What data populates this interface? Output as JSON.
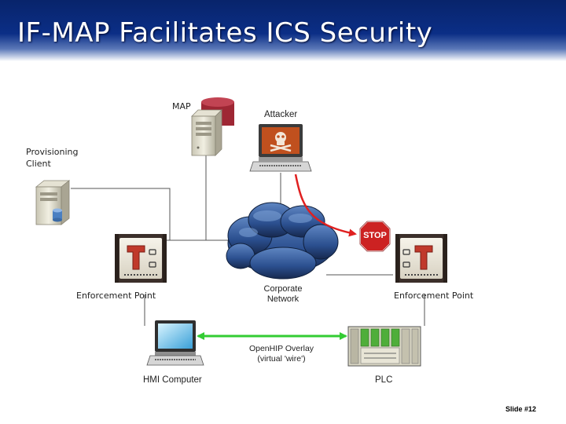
{
  "title": "IF-MAP Facilitates ICS Security",
  "labels": {
    "map": "MAP",
    "attacker": "Attacker",
    "provisioning_client_line1": "Provisioning",
    "provisioning_client_line2": "Client",
    "enforcement_point_left": "Enforcement Point",
    "enforcement_point_right": "Enforcement Point",
    "corporate_network_line1": "Corporate",
    "corporate_network_line2": "Network",
    "overlay_line1": "OpenHIP Overlay",
    "overlay_line2": "(virtual 'wire')",
    "hmi_computer": "HMI Computer",
    "plc": "PLC",
    "stop_sign": "STOP"
  },
  "footer": {
    "slide": "Slide #12"
  },
  "icons": [
    "database-icon",
    "server-icon",
    "attacker-laptop-icon",
    "skull-crossbones-icon",
    "enforcement-device-icon",
    "stop-sign-icon",
    "cloud-icon",
    "laptop-icon",
    "plc-icon"
  ],
  "colors": {
    "header": "#0b2e86",
    "attack_path": "#e02020",
    "overlay_link": "#33cc33",
    "stop": "#cc2222",
    "device_red": "#c0392b"
  }
}
